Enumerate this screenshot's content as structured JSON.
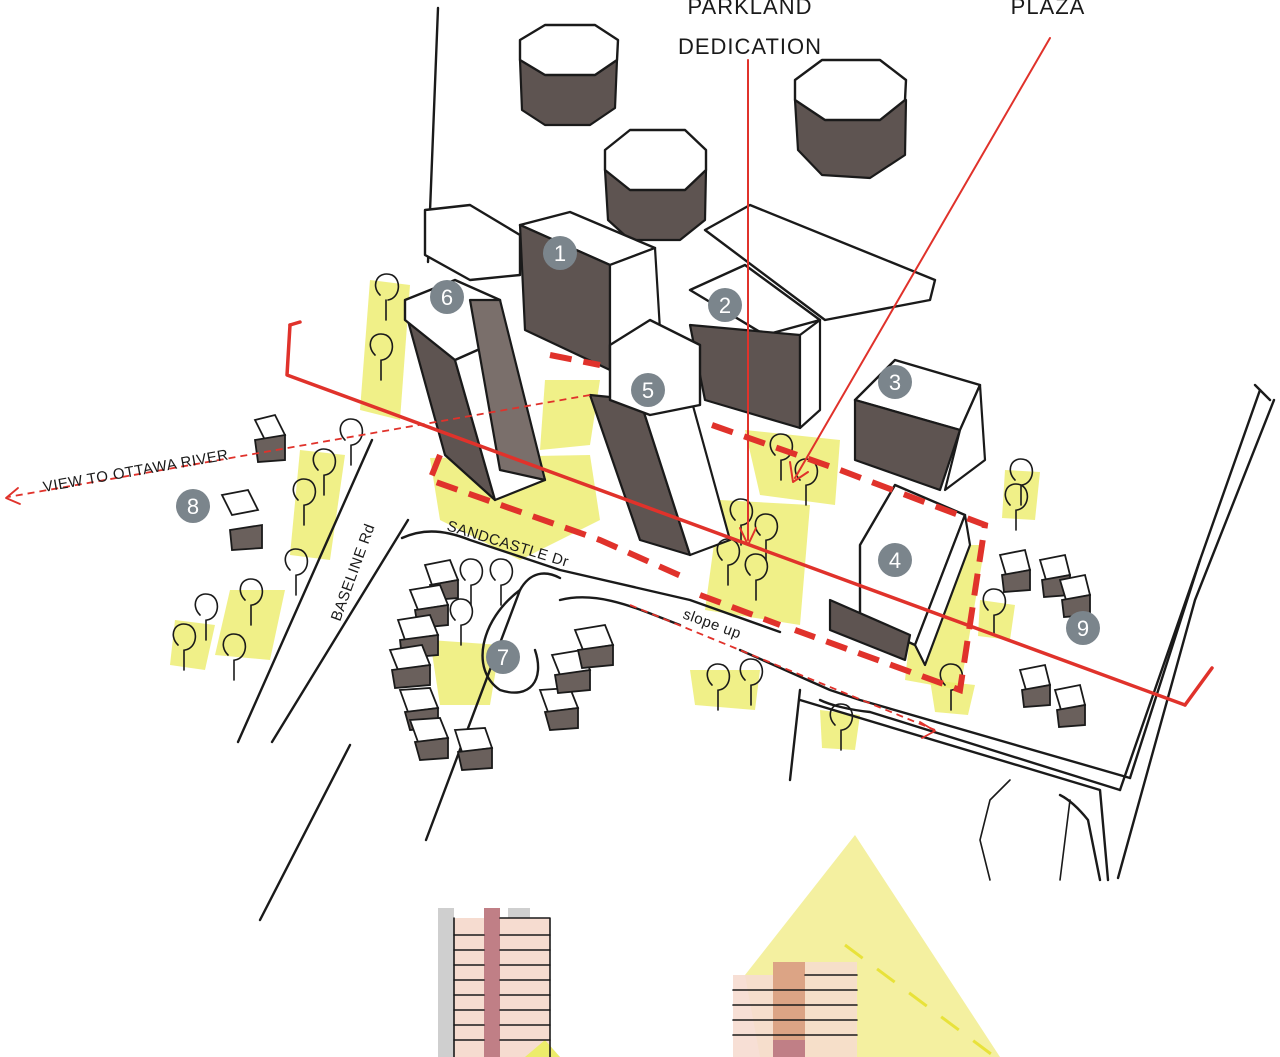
{
  "callouts": {
    "parkland": [
      "PARKLAND",
      "DEDICATION"
    ],
    "plaza": "PLAZA"
  },
  "streets": {
    "baseline": "BASELINE Rd",
    "sandcastle": "SANDCASTLE Dr",
    "view": "VIEW TO OTTAWA RIVER",
    "slope": "slope up"
  },
  "badges": [
    "1",
    "2",
    "3",
    "4",
    "5",
    "6",
    "7",
    "8",
    "9"
  ],
  "colors": {
    "accent_red": "#e0322b",
    "greenery": "#ecec6a",
    "building_dark": "#5e5451",
    "badge_grey": "#7b858c"
  }
}
